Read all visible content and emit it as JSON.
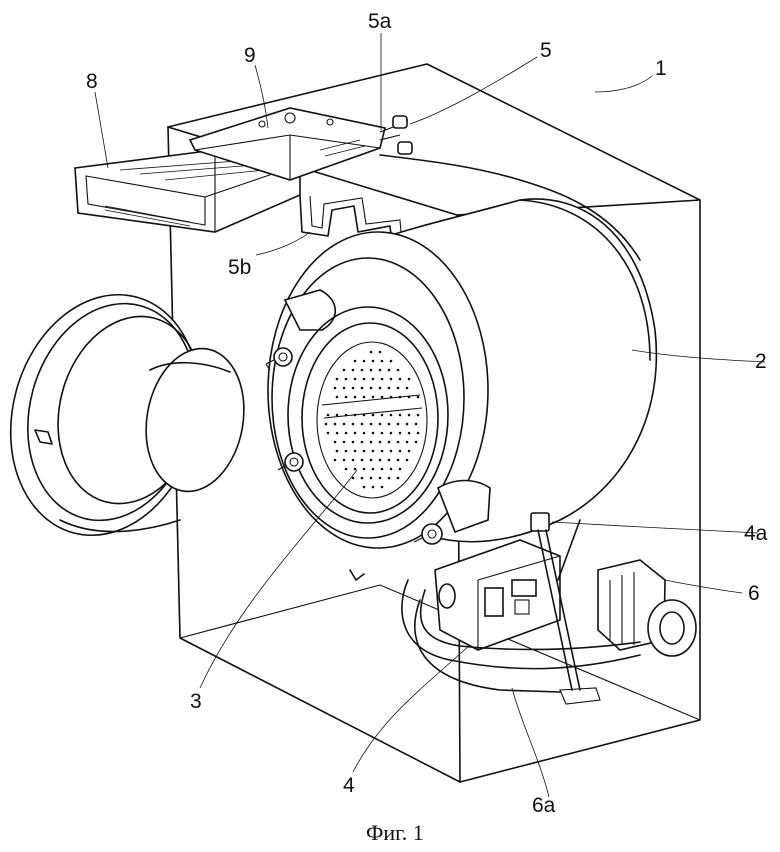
{
  "labels": {
    "l1": "1",
    "l2": "2",
    "l3": "3",
    "l4": "4",
    "l4a": "4a",
    "l5": "5",
    "l5a": "5a",
    "l5b": "5b",
    "l6": "6",
    "l6a": "6a",
    "l8": "8",
    "l9": "9"
  },
  "caption": "Фиг. 1"
}
